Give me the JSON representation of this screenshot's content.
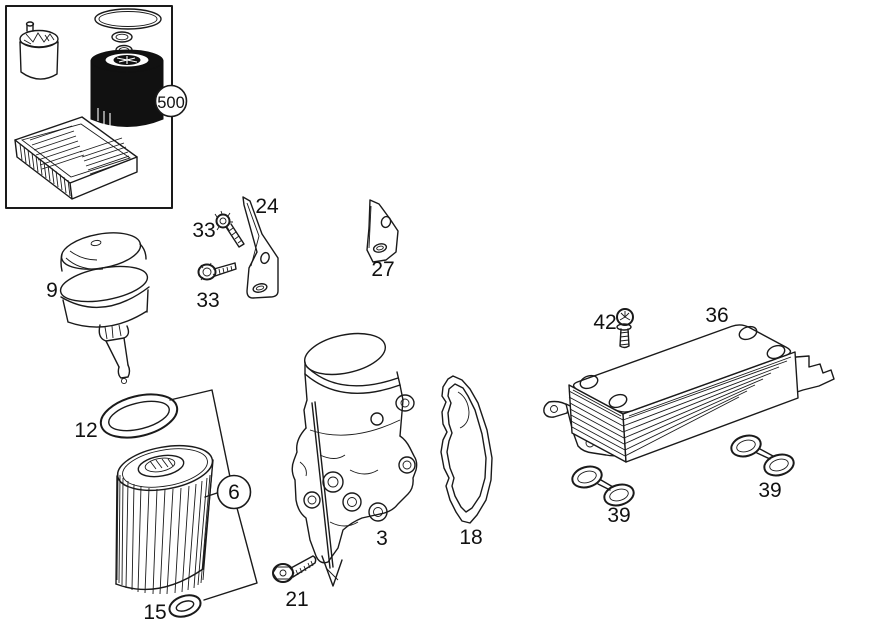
{
  "colors": {
    "line": "#1a1a1a",
    "background": "#ffffff",
    "filter_black": "#111111"
  },
  "callouts": {
    "c500": {
      "text": "500"
    },
    "c9": {
      "text": "9"
    },
    "c33a": {
      "text": "33"
    },
    "c33b": {
      "text": "33"
    },
    "c24": {
      "text": "24"
    },
    "c27": {
      "text": "27"
    },
    "c12": {
      "text": "12"
    },
    "c6": {
      "text": "6"
    },
    "c15": {
      "text": "15"
    },
    "c21": {
      "text": "21"
    },
    "c3": {
      "text": "3"
    },
    "c18": {
      "text": "18"
    },
    "c42": {
      "text": "42"
    },
    "c36": {
      "text": "36"
    },
    "c39a": {
      "text": "39"
    },
    "c39b": {
      "text": "39"
    }
  }
}
